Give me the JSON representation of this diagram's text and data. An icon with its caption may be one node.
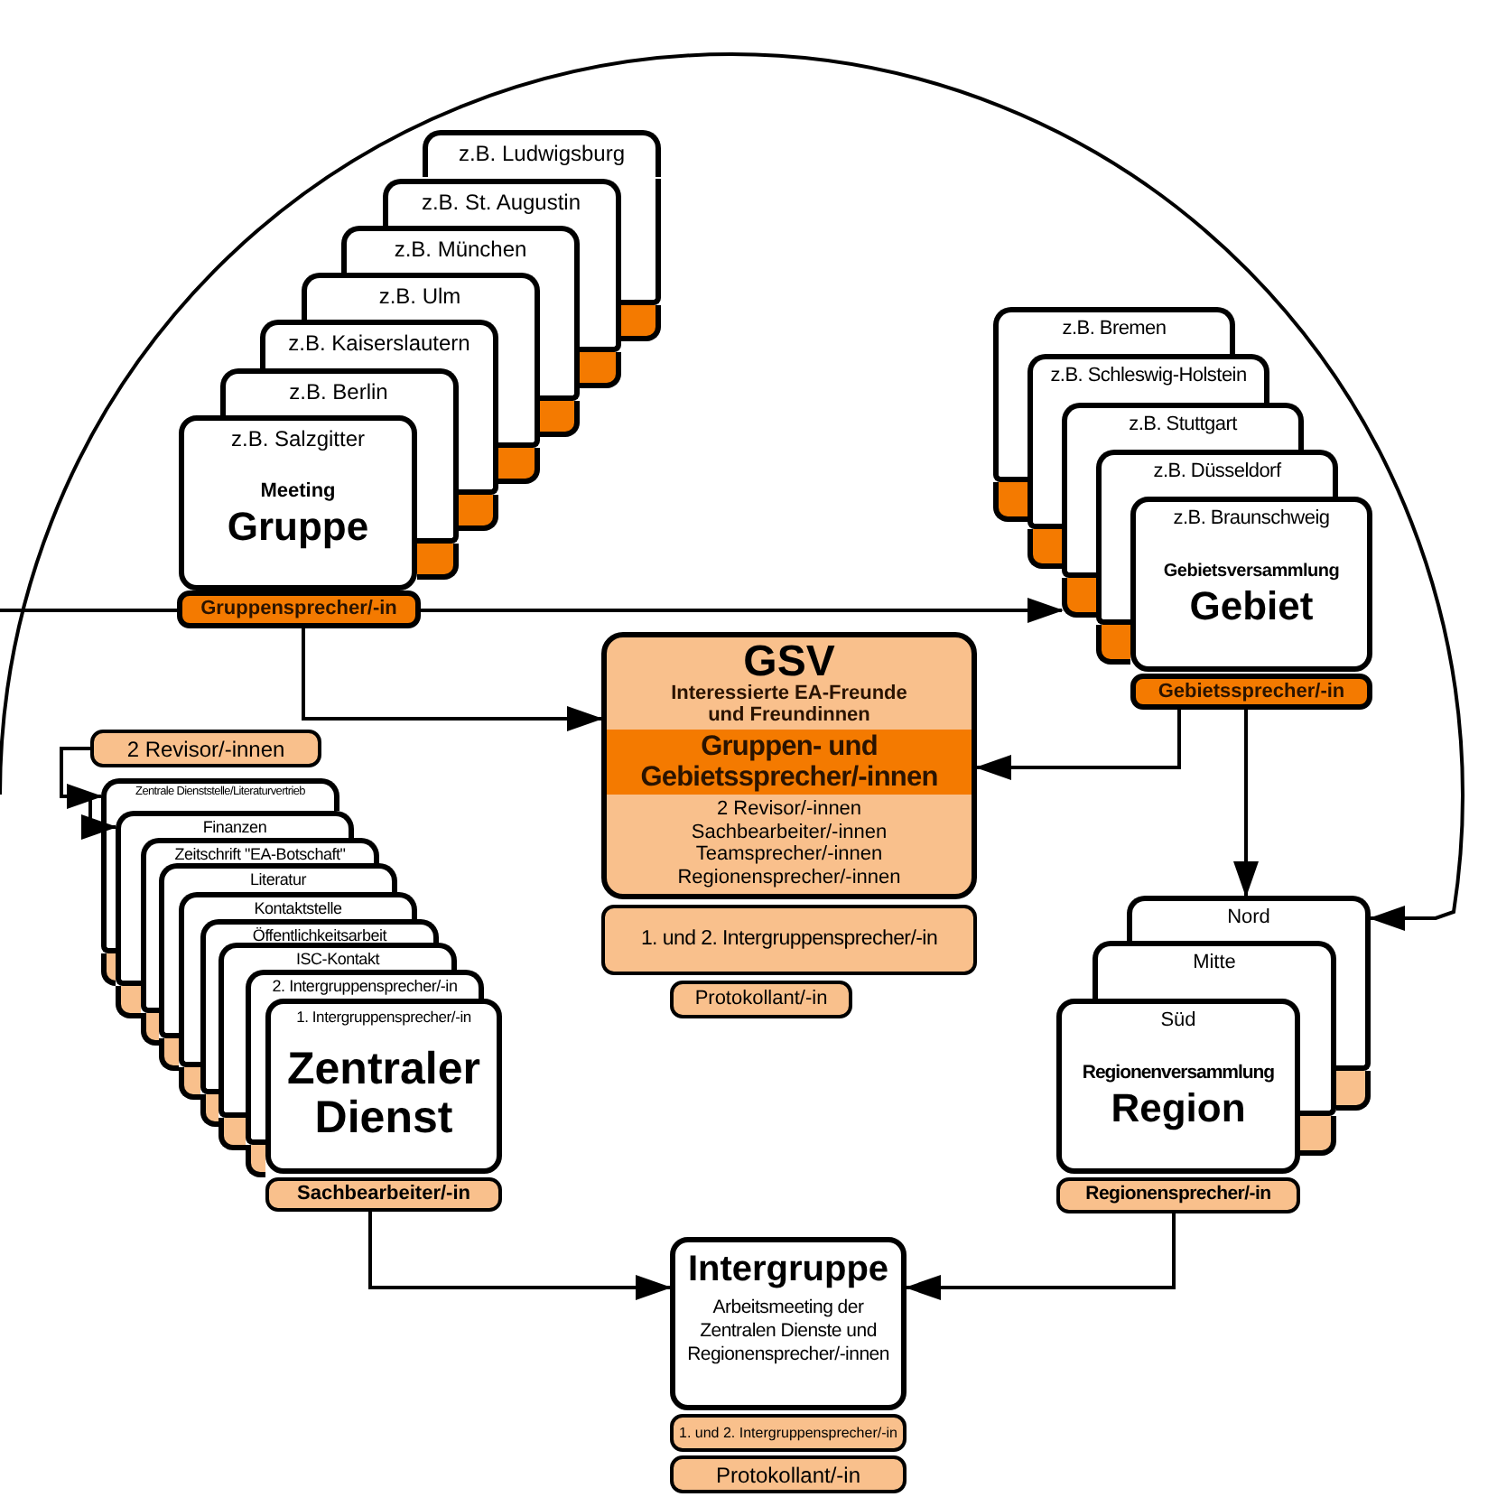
{
  "diagram": {
    "nodes": [
      {
        "text": [
          "z.B. Ludwigsburg"
        ]
      },
      {
        "text": [],
        "shape": "box"
      },
      {
        "text": [
          "z.B. St. Augustin"
        ]
      },
      {
        "text": [],
        "shape": "box"
      },
      {
        "text": [
          "z.B. München"
        ]
      },
      {
        "text": [],
        "shape": "box"
      },
      {
        "text": [
          "z.B. Ulm"
        ]
      },
      {
        "text": [],
        "shape": "box"
      },
      {
        "text": [
          "z.B. Kaiserslautern"
        ]
      },
      {
        "text": [],
        "shape": "box"
      },
      {
        "text": [
          "z.B. Berlin"
        ]
      },
      {
        "text": [],
        "shape": "box"
      },
      {
        "text": [
          "z.B. Salzgitter",
          "Meeting",
          "Gruppe"
        ]
      },
      {
        "text": [
          "Gruppensprecher/-in"
        ]
      },
      {
        "text": [
          "z.B. Bremen"
        ]
      },
      {
        "text": [],
        "shape": "box"
      },
      {
        "text": [
          "z.B. Schleswig-Holstein"
        ]
      },
      {
        "text": [],
        "shape": "box"
      },
      {
        "text": [
          "z.B. Stuttgart"
        ]
      },
      {
        "text": [],
        "shape": "box"
      },
      {
        "text": [
          "z.B. Düsseldorf"
        ]
      },
      {
        "text": [],
        "shape": "box"
      },
      {
        "text": [
          "z.B. Braunschweig",
          "Gebietsversammlung",
          "Gebiet"
        ]
      },
      {
        "text": [
          "Gebietssprecher/-in"
        ]
      },
      {
        "text": [
          "GSV",
          "Interessierte EA-Freunde und Freundinnen",
          "Gruppen- und Gebietssprecher/-innen",
          "2 Revisor/-innen",
          "Sachbearbeiter/-innen",
          "Teamsprecher/-innen",
          "Regionensprecher/-innen"
        ]
      },
      {
        "text": [
          "1. und 2. Intergruppensprecher/-in"
        ]
      },
      {
        "text": [
          "Protokollant/-in"
        ]
      },
      {
        "text": [
          "2 Revisor/-innen"
        ]
      },
      {
        "text": [
          "Zentrale Dienststelle/Literaturvertrieb"
        ]
      },
      {
        "text": [],
        "shape": "box"
      },
      {
        "text": [
          "Finanzen"
        ]
      },
      {
        "text": [],
        "shape": "box"
      },
      {
        "text": [
          "Zeitschrift \"EA-Botschaft\""
        ]
      },
      {
        "text": [],
        "shape": "box"
      },
      {
        "text": [
          "Literatur"
        ]
      },
      {
        "text": [],
        "shape": "box"
      },
      {
        "text": [
          "Kontaktstelle"
        ]
      },
      {
        "text": [],
        "shape": "box"
      },
      {
        "text": [
          "Öffentlichkeitsarbeit"
        ]
      },
      {
        "text": [],
        "shape": "box"
      },
      {
        "text": [
          "ISC-Kontakt"
        ]
      },
      {
        "text": [],
        "shape": "box"
      },
      {
        "text": [
          "2. Intergruppensprecher/-in"
        ]
      },
      {
        "text": [],
        "shape": "box"
      },
      {
        "text": [
          "1. Intergruppensprecher/-in",
          "Zentraler Dienst"
        ]
      },
      {
        "text": [
          "Sachbearbeiter/-in"
        ]
      },
      {
        "text": [
          "Nord"
        ]
      },
      {
        "text": [],
        "shape": "box"
      },
      {
        "text": [
          "Mitte"
        ]
      },
      {
        "text": [],
        "shape": "box"
      },
      {
        "text": [
          "Süd",
          "Regionenversammlung",
          "Region"
        ]
      },
      {
        "text": [
          "Regionensprecher/-in"
        ]
      },
      {
        "text": [
          "Intergruppe",
          "Arbeitsmeeting der Zentralen Dienste und Regionensprecher/-innen"
        ]
      },
      {
        "text": [
          "1. und 2. Intergruppensprecher/-in"
        ]
      },
      {
        "text": [
          "Protokollant/-in"
        ]
      }
    ],
    "edges": [
      {
        "from": null,
        "to": 13,
        "arrow": "none"
      },
      {
        "from": 13,
        "to": 19,
        "arrow": "to"
      },
      {
        "from": 13,
        "to": 24,
        "arrow": "to"
      },
      {
        "from": 23,
        "to": 24,
        "arrow": "to"
      },
      {
        "from": 23,
        "to": 46,
        "arrow": "to"
      },
      {
        "from": 27,
        "to": 28,
        "arrow": "to"
      },
      {
        "from": 27,
        "to": 30,
        "arrow": "to"
      },
      {
        "from": null,
        "to": 46,
        "arrow": "to"
      },
      {
        "from": 45,
        "to": 52,
        "arrow": "to"
      },
      {
        "from": 51,
        "to": 52,
        "arrow": "to"
      }
    ]
  }
}
